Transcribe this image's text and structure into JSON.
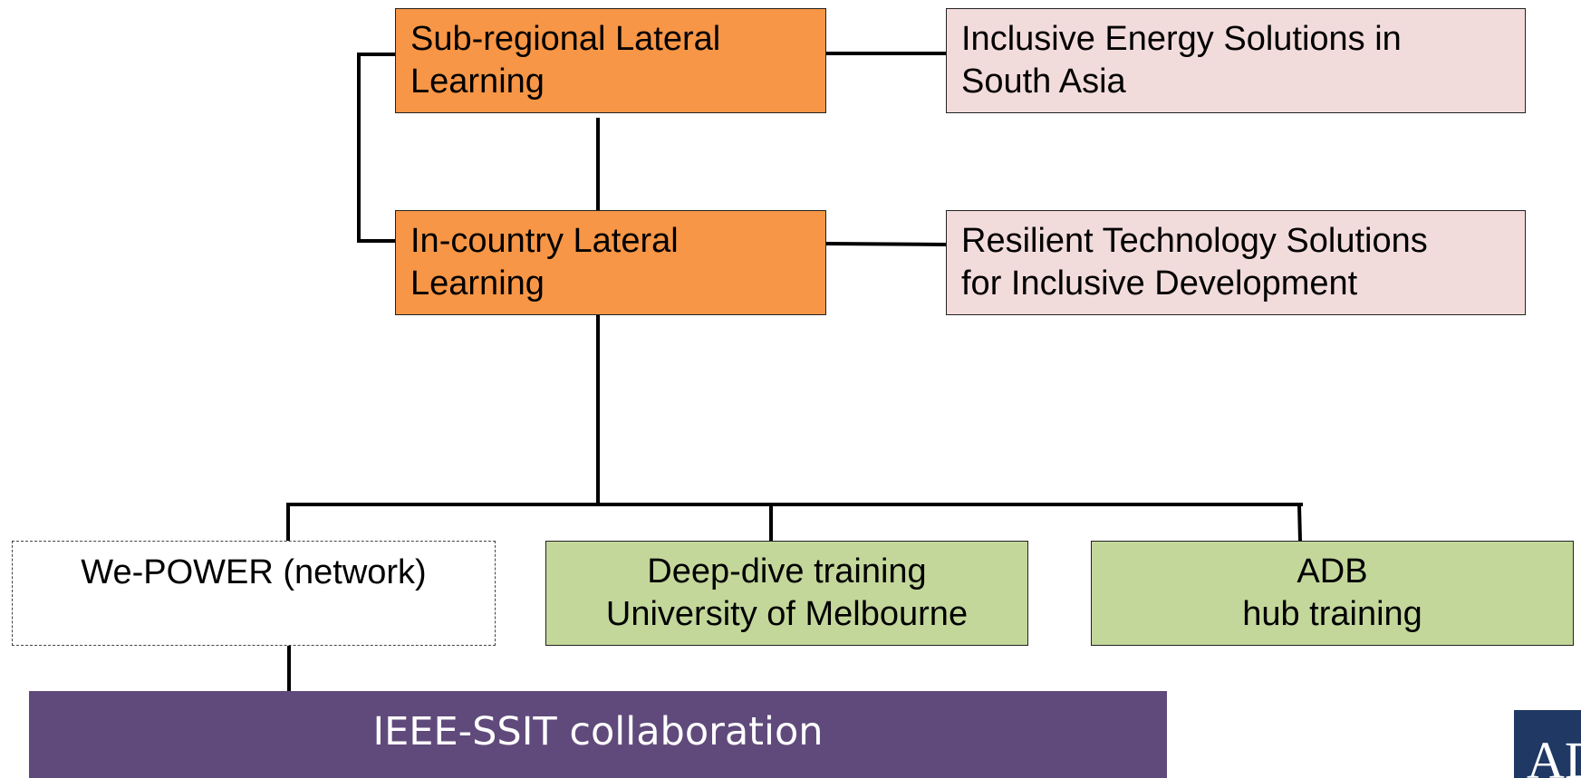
{
  "diagram": {
    "sub_regional": [
      "Sub-regional Lateral",
      "Learning"
    ],
    "in_country": [
      "In-country Lateral",
      "Learning"
    ],
    "inclusive_energy": [
      "Inclusive Energy Solutions in",
      "South Asia"
    ],
    "resilient_tech": [
      "Resilient Technology Solutions",
      "for Inclusive Development"
    ],
    "we_power": "We-POWER (network)",
    "deep_dive": [
      "Deep-dive training",
      "University of Melbourne"
    ],
    "adb_hub": [
      "ADB",
      "hub training"
    ],
    "ieee_bar": "IEEE-SSIT collaboration",
    "logo_text": "AD"
  },
  "colors": {
    "orange": "#f79646",
    "pink": "#f2dcdb",
    "green": "#c4d79b",
    "purple": "#604a7b",
    "navy": "#1f3864"
  }
}
